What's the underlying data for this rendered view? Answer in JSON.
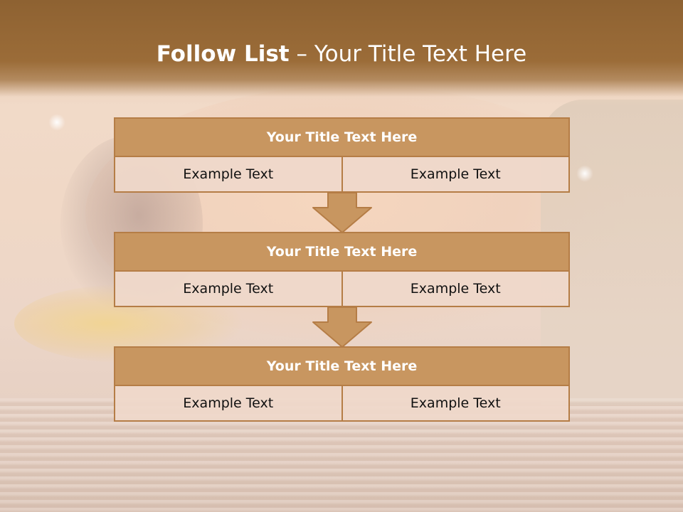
{
  "slide": {
    "title_bold": "Follow List",
    "title_rest": " – Your Title Text Here"
  },
  "diagram": {
    "steps": [
      {
        "title": "Your Title Text Here",
        "left_text": "Example Text",
        "right_text": "Example Text"
      },
      {
        "title": "Your Title Text Here",
        "left_text": "Example Text",
        "right_text": "Example Text"
      },
      {
        "title": "Your Title Text Here",
        "left_text": "Example Text",
        "right_text": "Example Text"
      }
    ],
    "colors": {
      "header_bar": "#9b6c38",
      "step_title_fill": "#c89660",
      "border": "#b57d46",
      "cell_fill": "#efd8ca"
    }
  }
}
